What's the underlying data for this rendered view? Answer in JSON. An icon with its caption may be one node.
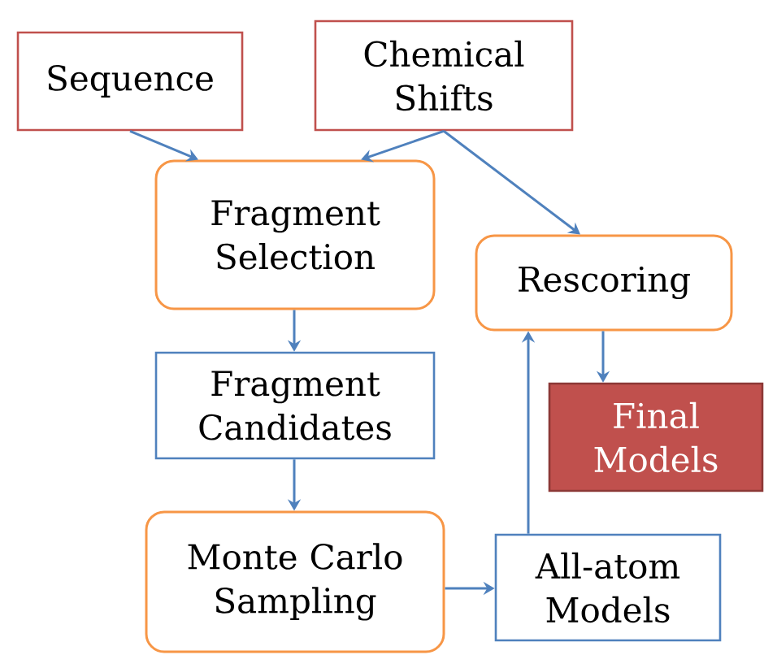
{
  "diagram": {
    "nodes": [
      {
        "text": [
          "Sequence"
        ]
      },
      {
        "text": [
          "Chemical Shifts"
        ]
      },
      {
        "text": [
          "Fragment Selection"
        ]
      },
      {
        "text": [
          "Rescoring"
        ]
      },
      {
        "text": [
          "Fragment Candidates"
        ]
      },
      {
        "text": [
          "Final Models"
        ]
      },
      {
        "text": [
          "Monte Carlo Sampling"
        ]
      },
      {
        "text": [
          "All-atom Models"
        ]
      }
    ],
    "edges": [
      {
        "from": 0,
        "to": 2,
        "arrow": "to"
      },
      {
        "from": 1,
        "to": 2,
        "arrow": "to"
      },
      {
        "from": 1,
        "to": 3,
        "arrow": "to"
      },
      {
        "from": 2,
        "to": 4,
        "arrow": "to"
      },
      {
        "from": 4,
        "to": 6,
        "arrow": "to"
      },
      {
        "from": 6,
        "to": 7,
        "arrow": "to"
      },
      {
        "from": 7,
        "to": 3,
        "arrow": "to"
      },
      {
        "from": 3,
        "to": 5,
        "arrow": "to"
      }
    ]
  }
}
